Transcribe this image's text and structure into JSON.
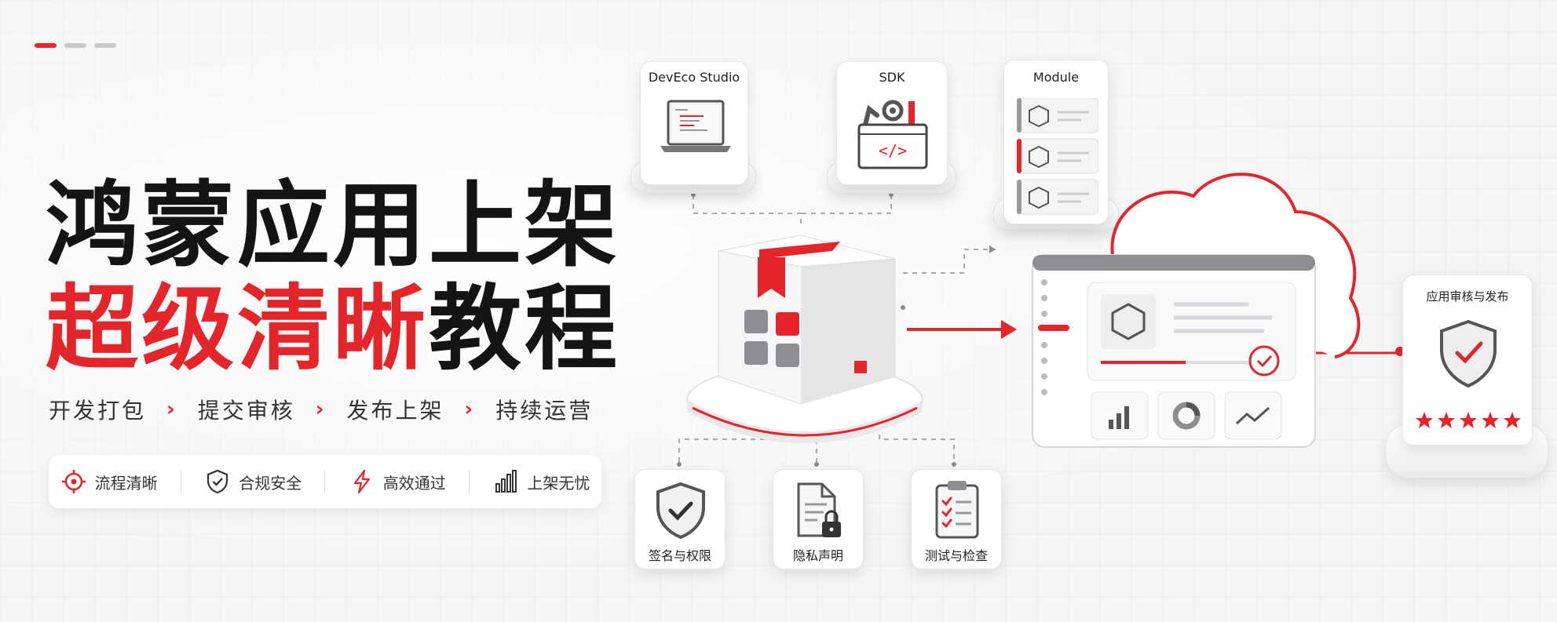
{
  "title": {
    "line1": "鸿蒙应用上架",
    "line2_red": "超级清晰",
    "line2_dark": "教程"
  },
  "steps": [
    "开发打包",
    "提交审核",
    "发布上架",
    "持续运营"
  ],
  "features": [
    {
      "label": "流程清晰",
      "icon": "target-icon"
    },
    {
      "label": "合规安全",
      "icon": "shield-check-icon"
    },
    {
      "label": "高效通过",
      "icon": "lightning-icon"
    },
    {
      "label": "上架无忧",
      "icon": "bar-chart-icon"
    }
  ],
  "top_cards": [
    {
      "label": "DevEco Studio",
      "icon": "laptop-icon"
    },
    {
      "label": "SDK",
      "icon": "toolbox-icon"
    },
    {
      "label": "Module",
      "icon": "module-stack-icon"
    }
  ],
  "bottom_cards": [
    {
      "label": "签名与权限",
      "icon": "shield-check-icon"
    },
    {
      "label": "隐私声明",
      "icon": "document-lock-icon"
    },
    {
      "label": "测试与检查",
      "icon": "checklist-icon"
    }
  ],
  "release_card": {
    "label": "应用审核与发布",
    "stars": 5
  },
  "colors": {
    "accent": "#e4252a",
    "text": "#141414",
    "gray": "#8c8c90"
  }
}
